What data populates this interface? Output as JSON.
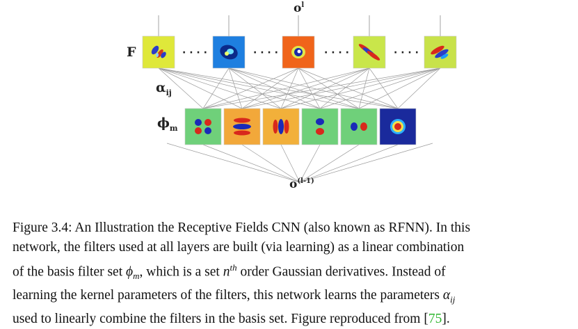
{
  "figure": {
    "labels": {
      "output": "o",
      "output_sup": "l",
      "filters": "F",
      "alpha": "α",
      "alpha_sub": "ij",
      "basis": "ϕ",
      "basis_sub": "m",
      "input": "o",
      "input_sup": "(l-1)",
      "ellipsis": "· · · ·"
    },
    "filters": [
      {
        "bg": "#dfe83a",
        "pattern": "diag-mix"
      },
      {
        "bg": "#1e7fe0",
        "pattern": "blob-dark"
      },
      {
        "bg": "#f0641a",
        "pattern": "center-spot"
      },
      {
        "bg": "#c9e64a",
        "pattern": "diag-stripes"
      },
      {
        "bg": "#c8e24a",
        "pattern": "diag-stripes-2"
      }
    ],
    "basis": [
      {
        "bg": "#6fd07a",
        "pattern": "quad"
      },
      {
        "bg": "#f2a83a",
        "pattern": "h-stripes"
      },
      {
        "bg": "#f2b03a",
        "pattern": "v-stripes"
      },
      {
        "bg": "#6fd07a",
        "pattern": "v-pair"
      },
      {
        "bg": "#6fd07a",
        "pattern": "h-pair"
      },
      {
        "bg": "#1a2a9c",
        "pattern": "center-ring"
      }
    ]
  },
  "caption": {
    "line1": "Figure 3.4: An Illustration the Receptive Fields CNN (also known as RFNN). In this",
    "line2": "network, the filters used at all layers are built (via learning) as a linear combination",
    "line3_a": "of the basis filter set ",
    "line3_sym": "ϕ",
    "line3_sub": "m",
    "line3_b": ", which is a set ",
    "line3_n": "n",
    "line3_th": "th",
    "line3_c": " order Gaussian derivatives.  Instead of",
    "line4_a": "learning the kernel parameters of the filters, this network learns the parameters ",
    "line4_sym": "α",
    "line4_sub": "ij",
    "line5_a": "used to linearly combine the filters in the basis set. Figure reproduced from ",
    "line5_ref_open": "[",
    "line5_ref": "75",
    "line5_ref_close": "]",
    "line5_end": "."
  }
}
